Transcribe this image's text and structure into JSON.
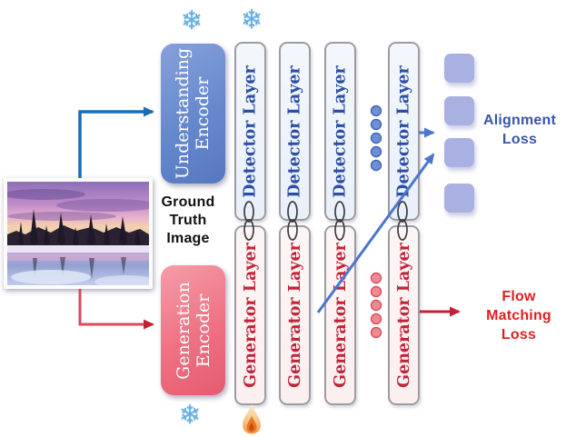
{
  "figure": {
    "type": "model-architecture-diagram",
    "input_image_caption": "Ground\nTruth\nImage"
  },
  "encoders": {
    "understanding": {
      "label": "Understanding\nEncoder",
      "state": "frozen"
    },
    "generation": {
      "label": "Generation\nEncoder",
      "state": "frozen"
    }
  },
  "columns": {
    "detector_label": "Detector Layer",
    "detector_count": 4,
    "detector_state": "frozen",
    "generator_label": "Generator Layer",
    "generator_count": 4,
    "generator_state": "trainable"
  },
  "losses": {
    "alignment": "Alignment\nLoss",
    "flow_matching": "Flow\nMatching\nLoss"
  },
  "icons": {
    "snowflake_glyph": "❄",
    "snowflake_meaning": "frozen weights",
    "flame_meaning": "trainable weights"
  },
  "ellipsis": {
    "blue_dots": 5,
    "red_dots": 5,
    "output_tokens": 4
  },
  "palette": {
    "arrow_blue": "#1a6cb5",
    "arrow_steel": "#4b76cc",
    "arrow_red": "#c42033",
    "detector_text": "#2b4fa5",
    "generator_text": "#c22339",
    "alignment_loss": "#3a56a5",
    "flow_loss": "#e01f1f",
    "square_fill": "#a9b1e3",
    "encoder_blue": "#6588cd",
    "encoder_pink": "#ee7183",
    "snowflake": "#5fb2e6"
  }
}
